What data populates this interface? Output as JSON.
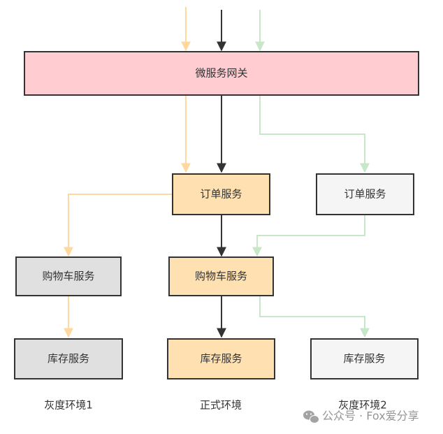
{
  "nodes": {
    "gateway": {
      "label": "微服务网关",
      "fill": "#ffccd2"
    },
    "order_main": {
      "label": "订单服务",
      "fill": "#ffe0b0"
    },
    "order_gray2": {
      "label": "订单服务",
      "fill": "#f5f5f5"
    },
    "cart_gray1": {
      "label": "购物车服务",
      "fill": "#e0e0e0"
    },
    "cart_main": {
      "label": "购物车服务",
      "fill": "#ffe0b0"
    },
    "inventory_gray1": {
      "label": "库存服务",
      "fill": "#e0e0e0"
    },
    "inventory_main": {
      "label": "库存服务",
      "fill": "#ffe0b0"
    },
    "inventory_gray2": {
      "label": "库存服务",
      "fill": "#f5f5f5"
    }
  },
  "environments": {
    "gray1": "灰度环境1",
    "main": "正式环境",
    "gray2": "灰度环境2"
  },
  "colors": {
    "gray1_flow": "#ffd8a0",
    "main_flow": "#333333",
    "gray2_flow": "#c8e6c8",
    "border": "#333333"
  },
  "watermark": {
    "icon": "wechat-icon",
    "text": "公众号 · Fox爱分享"
  }
}
